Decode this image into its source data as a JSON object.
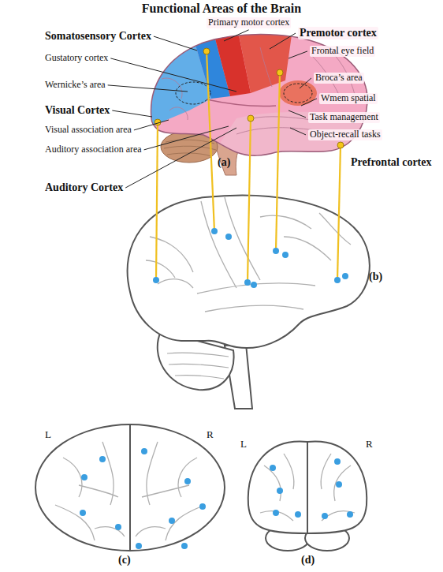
{
  "diagram": {
    "title": "Functional Areas of the Brain",
    "labels": [
      "Primary motor cortex",
      "Premotor cortex",
      "Somatosensory Cortex",
      "Frontal eye field",
      "Gustatory cortex",
      "Broca’s area",
      "Wernicke’s area",
      "Wmem spatial",
      "Visual Cortex",
      "Task management",
      "Visual association area",
      "Object-recall tasks",
      "Auditory association area",
      "Prefrontal cortex",
      "(a)",
      "Auditory Cortex",
      "(b)",
      "L",
      "R",
      "L",
      "R",
      "(c)",
      "(d)"
    ]
  }
}
